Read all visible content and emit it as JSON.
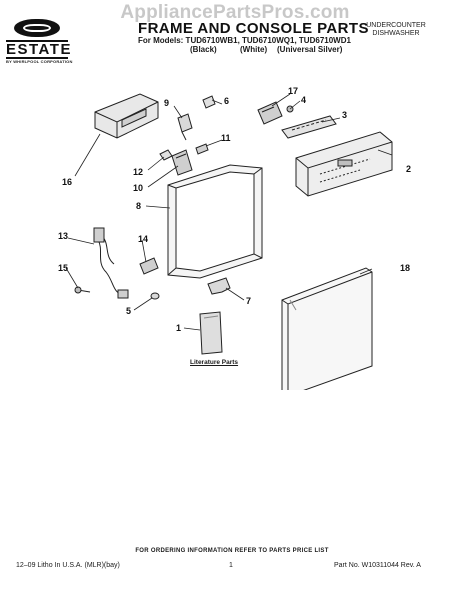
{
  "watermark": "AppliancePartsPros.com",
  "brand": {
    "name": "ESTATE",
    "byline": "BY WHIRLPOOL CORPORATION"
  },
  "header": {
    "title": "FRAME AND CONSOLE PARTS",
    "models": "For Models: TUD6710WB1, TUD6710WQ1, TUD6710WD1",
    "colors": [
      "(Black)",
      "(White)",
      "(Universal Silver)"
    ],
    "product_type": "UNDERCOUNTER DISHWASHER"
  },
  "callouts": [
    "1",
    "2",
    "3",
    "4",
    "5",
    "6",
    "7",
    "8",
    "9",
    "10",
    "11",
    "12",
    "13",
    "14",
    "15",
    "16",
    "17",
    "18"
  ],
  "literature_label": "Literature Parts",
  "footer": {
    "ordering_info": "FOR ORDERING INFORMATION REFER TO PARTS PRICE LIST",
    "litho": "12–09 Litho In U.S.A. (MLR)(bay)",
    "page_number": "1",
    "part_no": "Part No. W10311044 Rev. A"
  }
}
